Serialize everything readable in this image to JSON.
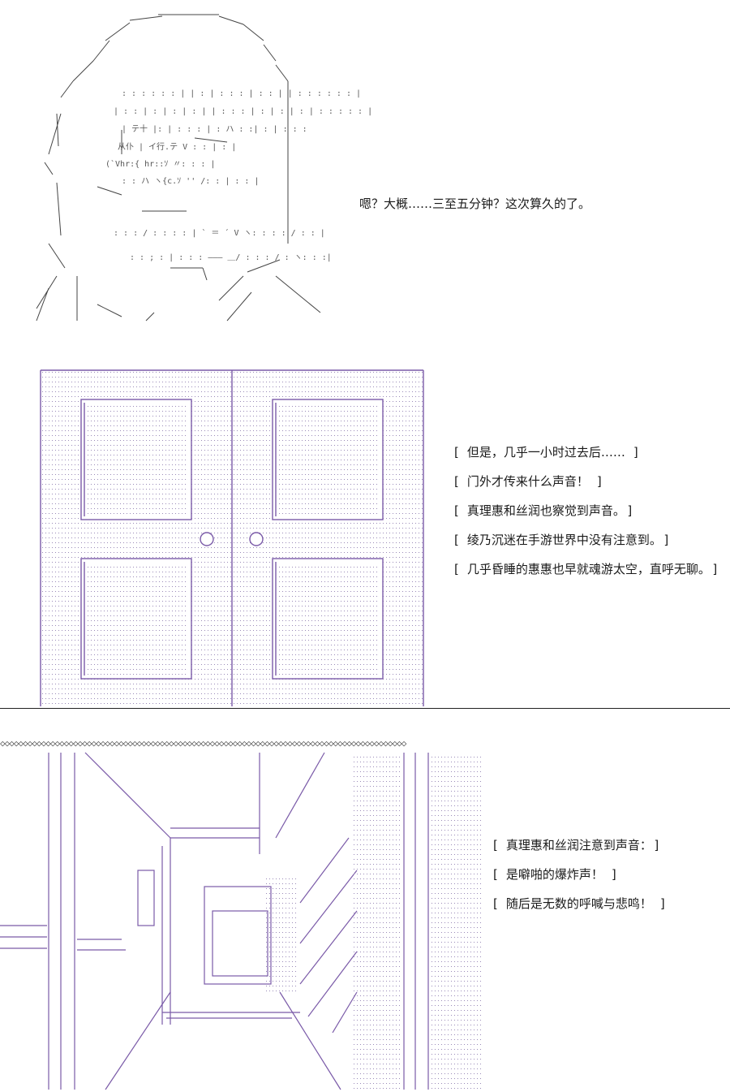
{
  "panel1": {
    "dialogue": "嗯？大概……三至五分钟？这次算久的了。"
  },
  "panel2": {
    "captions": [
      "但是，几乎一小时过去后……",
      "门外才传来什么声音！",
      "真理惠和丝润也察觉到声音。",
      "绫乃沉迷在手游世界中没有注意到。",
      "几乎昏睡的惠惠也早就魂游太空，直呼无聊。"
    ]
  },
  "panel3": {
    "captions": [
      "真理惠和丝润注意到声音：",
      "是噼啪的爆炸声！",
      "随后是无数的呼喊与悲鸣！"
    ]
  },
  "brackets": {
    "open": "[",
    "close": "]"
  },
  "colors": {
    "art_line": "#7a5aa8",
    "text": "#1a1a1a",
    "background": "#ffffff"
  },
  "icons": [
    "girl-ascii-art",
    "double-door-ascii-art",
    "corridor-ascii-art"
  ]
}
